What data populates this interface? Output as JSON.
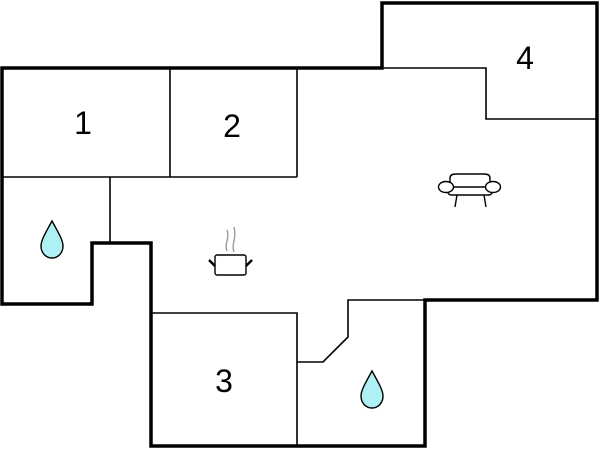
{
  "floorplan": {
    "rooms": [
      {
        "label": "1"
      },
      {
        "label": "2"
      },
      {
        "label": "3"
      },
      {
        "label": "4"
      }
    ],
    "icons": [
      "water-drop-icon",
      "water-drop-icon",
      "cooking-pot-icon",
      "sofa-icon"
    ],
    "colors": {
      "wall": "#000000",
      "water": "#aef0f4",
      "steam": "#999999"
    }
  }
}
